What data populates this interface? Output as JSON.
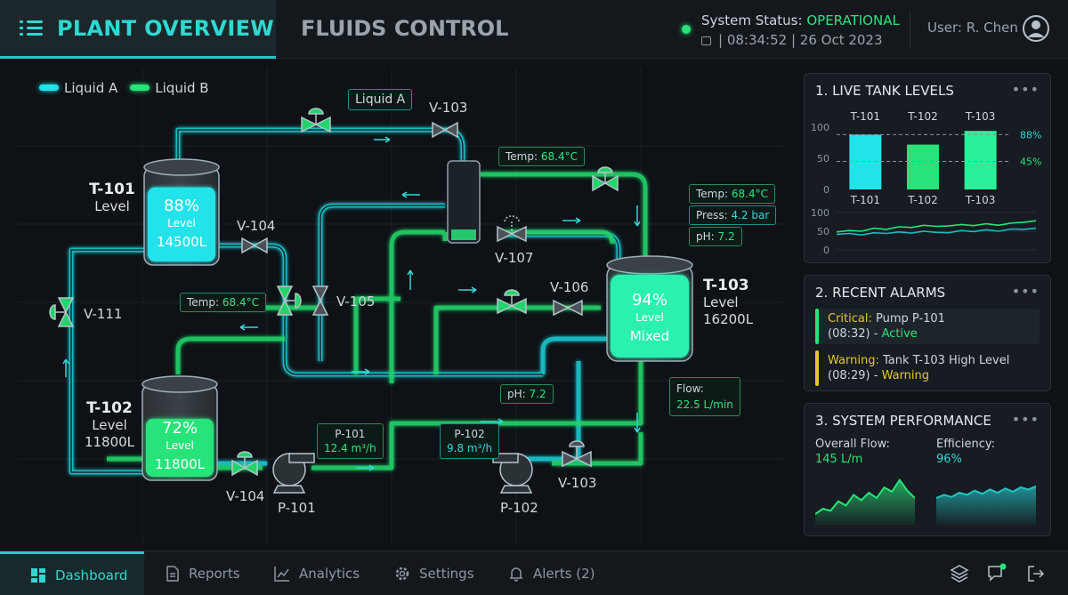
{
  "header": {
    "active_tab": "PLANT OVERVIEW",
    "second_tab": "FLUIDS CONTROL",
    "status_label": "System Status:",
    "status_value": "OPERATIONAL",
    "time_text": "|  08:34:52 | 26 Oct 2023",
    "user": "User: R. Chen"
  },
  "legend": {
    "a": "Liquid A",
    "b": "Liquid B"
  },
  "colors": {
    "liquid_a": "#22e3ea",
    "liquid_b": "#27e37a",
    "accent": "#2fd8d0",
    "warning": "#e8c531"
  },
  "diagram": {
    "pipe_label": "Liquid A",
    "tanks": {
      "t101": {
        "name": "T-101",
        "sub": "Level",
        "pct": "88%",
        "level": "Level",
        "vol": "14500L",
        "fill": 0.88
      },
      "t102": {
        "name": "T-102",
        "sub": "Level",
        "sub2": "11800L",
        "pct": "72%",
        "level": "Level",
        "vol": "11800L",
        "fill": 0.72
      },
      "t103": {
        "name": "T-103",
        "sub": "Level",
        "sub2": "16200L",
        "pct": "94%",
        "level": "Level",
        "vol": "Mixed",
        "fill": 0.94
      }
    },
    "valves": {
      "v103_top": "V-103",
      "v104_top": "V-104",
      "v105": "V-105",
      "v106": "V-106",
      "v107": "V-107",
      "v111": "V-111",
      "v104_bot": "V-104",
      "v103_bot": "V-103"
    },
    "pumps": {
      "p101": "P-101",
      "p102": "P-102"
    },
    "tags": {
      "temp_top_label": "Temp:",
      "temp_top_val": "68.4°C",
      "temp_right_label": "Temp:",
      "temp_right_val": "68.4°C",
      "press_label": "Press:",
      "press_val": "4.2 bar",
      "ph_right_label": "pH:",
      "ph_right_val": "7.2",
      "temp_left_label": "Temp:",
      "temp_left_val": "68.4°C",
      "ph_mid_label": "pH:",
      "ph_mid_val": "7.2",
      "flow_label": "Flow:",
      "flow_val": "22.5 L/min",
      "p101_label": "P-101",
      "p101_val": "12.4 m³/h",
      "p102_label": "P-102",
      "p102_val": "9.8 m³/h"
    }
  },
  "panels": {
    "live": {
      "title": "1. LIVE TANK LEVELS",
      "menu": "•••"
    },
    "alarms": {
      "title": "2. RECENT ALARMS",
      "menu": "•••",
      "items": [
        {
          "severity": "Critical:",
          "text": "Pump P-101",
          "time": "(08:32) -",
          "state": "Active",
          "color": "#27e37a"
        },
        {
          "severity": "Warning:",
          "text": "Tank T-103 High Level",
          "time": "(08:29) -",
          "state": "Warning",
          "color": "#e8c531"
        }
      ]
    },
    "performance": {
      "title": "3. SYSTEM PERFORMANCE",
      "menu": "•••",
      "flow_label": "Overall Flow:",
      "flow_value": "145 L/m",
      "eff_label": "Efficiency:",
      "eff_value": "96%"
    }
  },
  "chart_data": [
    {
      "type": "bar",
      "categories": [
        "T-101",
        "T-102",
        "T-103"
      ],
      "values": [
        88,
        72,
        94
      ],
      "ylim": [
        0,
        100
      ],
      "yticks": [
        0,
        50,
        100
      ],
      "reference_lines": [
        {
          "value": 88,
          "label": "88%"
        },
        {
          "value": 45,
          "label": "45%"
        }
      ],
      "colors": [
        "#22e3ea",
        "#27e37a",
        "#2af09a"
      ]
    },
    {
      "type": "line",
      "ylim": [
        0,
        100
      ],
      "yticks": [
        0,
        50,
        100
      ],
      "series": [
        {
          "values": [
            48,
            52,
            50,
            58,
            55,
            62,
            60,
            66,
            63,
            64,
            68,
            65,
            70,
            66,
            72,
            74,
            78
          ]
        },
        {
          "values": [
            42,
            44,
            40,
            46,
            44,
            48,
            45,
            50,
            47,
            46,
            52,
            49,
            54,
            50,
            56,
            55,
            58
          ]
        }
      ],
      "colors": [
        "#27e37a",
        "#22b8c0"
      ]
    },
    {
      "type": "area",
      "series": [
        {
          "values": [
            20,
            30,
            26,
            44,
            36,
            56,
            46,
            60,
            50,
            70,
            62,
            84,
            64,
            50
          ]
        }
      ],
      "ylim": [
        0,
        100
      ],
      "colors": [
        "#27e37a"
      ]
    },
    {
      "type": "area",
      "series": [
        {
          "values": [
            50,
            56,
            52,
            60,
            56,
            64,
            58,
            66,
            60,
            68,
            62,
            70,
            66,
            72
          ]
        }
      ],
      "ylim": [
        0,
        100
      ],
      "colors": [
        "#22c4c4"
      ]
    }
  ],
  "nav": {
    "dashboard": "Dashboard",
    "reports": "Reports",
    "analytics": "Analytics",
    "settings": "Settings",
    "alerts": "Alerts (2)"
  }
}
